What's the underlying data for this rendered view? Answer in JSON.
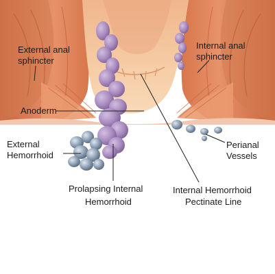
{
  "labels": {
    "external_sphincter": [
      "External anal",
      "sphincter"
    ],
    "internal_sphincter": [
      "Internal anal",
      "sphincter"
    ],
    "anoderm": "Anoderm",
    "external_hemorrhoid": [
      "External",
      "Hemorrhoid"
    ],
    "perianal_vessels": [
      "Perianal",
      "Vessels"
    ],
    "prolapsing_internal": [
      "Prolapsing Internal",
      "Hemorrhoid"
    ],
    "internal_pectinate": [
      "Internal Hemorrhoid",
      "Pectinate Line"
    ]
  },
  "colors": {
    "muscle": "#e48a5e",
    "muscle_dark": "#c8643e",
    "canal": "#f3c39a",
    "hemorrhoid": "#a98bc0",
    "vessel": "#8b9db3"
  }
}
